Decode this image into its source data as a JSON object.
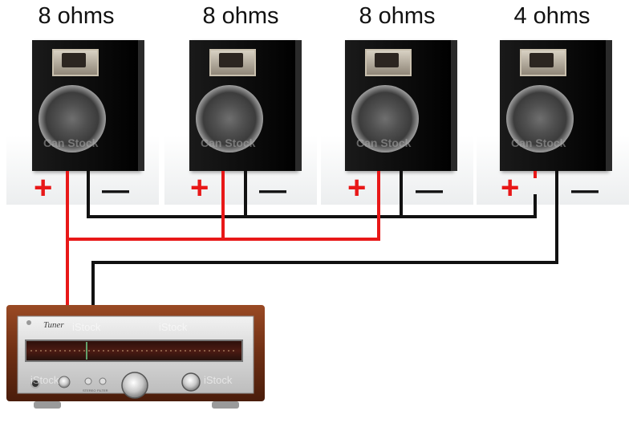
{
  "speakers": [
    {
      "impedance": "8 ohms",
      "watermark": "Can Stock",
      "plus": "+",
      "minus": "—"
    },
    {
      "impedance": "8 ohms",
      "watermark": "Can Stock",
      "plus": "+",
      "minus": "—"
    },
    {
      "impedance": "8 ohms",
      "watermark": "Can Stock",
      "plus": "+",
      "minus": "—"
    },
    {
      "impedance": "4 ohms",
      "watermark": "Can Stock",
      "plus": "+",
      "minus": "—"
    }
  ],
  "amplifier": {
    "brand": "Tuner",
    "watermark": "iStock",
    "button_labels": [
      "STEREO",
      "FILTER"
    ]
  },
  "colors": {
    "positive_wire": "#e81818",
    "negative_wire": "#111111",
    "wood": "#7a3a1c"
  }
}
